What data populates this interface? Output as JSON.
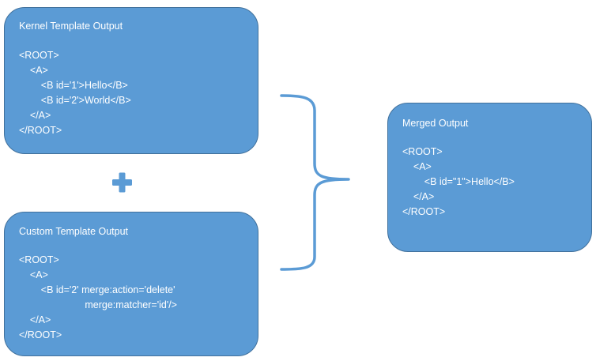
{
  "colors": {
    "box_fill": "#5b9bd5",
    "box_border": "#41719c",
    "connector": "#5b9bd5",
    "text": "#ffffff"
  },
  "kernel": {
    "title": "Kernel Template Output",
    "code": "<ROOT>\n    <A>\n        <B id='1'>Hello</B>\n        <B id='2'>World</B>\n    </A>\n</ROOT>"
  },
  "custom": {
    "title": "Custom Template Output",
    "code": "<ROOT>\n    <A>\n        <B id='2' merge:action='delete'\n                        merge:matcher='id'/>\n    </A>\n</ROOT>"
  },
  "merged": {
    "title": "Merged Output",
    "code": "<ROOT>\n    <A>\n        <B id=\"1\">Hello</B>\n    </A>\n</ROOT>"
  },
  "icons": {
    "plus": "plus-icon",
    "brace": "right-curly-brace"
  }
}
